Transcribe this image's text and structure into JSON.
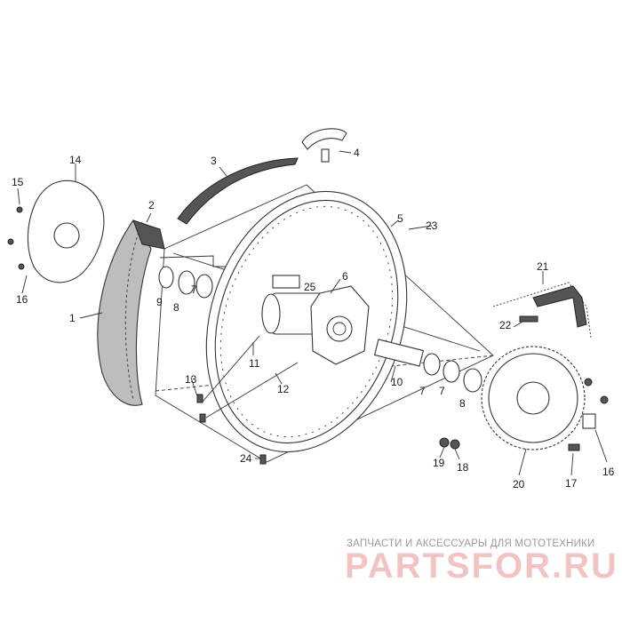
{
  "diagram": {
    "callouts": [
      "1",
      "2",
      "3",
      "4",
      "5",
      "6",
      "7",
      "8",
      "9",
      "10",
      "11",
      "12",
      "13",
      "14",
      "15",
      "16",
      "17",
      "18",
      "19",
      "20",
      "21",
      "22",
      "23",
      "24",
      "25"
    ],
    "label_7b": "7",
    "label_7c": "7",
    "label_8b": "8",
    "label_16b": "16"
  },
  "watermark": {
    "tagline": "ЗАПЧАСТИ И АКСЕССУАРЫ ДЛЯ МОТОТЕХНИКИ",
    "logo": "PARTSFOR.RU"
  },
  "colors": {
    "line": "#333333",
    "tire": "#bdbdbd",
    "watermark": "#d22828"
  }
}
